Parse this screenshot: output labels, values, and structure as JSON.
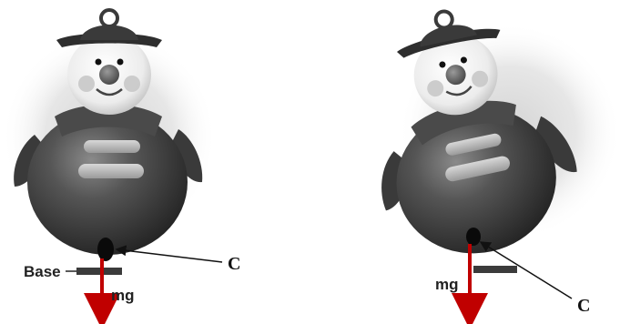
{
  "left_figure": {
    "label_base": "Base",
    "label_weight": "mg",
    "label_center": "C"
  },
  "right_figure": {
    "label_weight": "mg",
    "label_center": "C"
  },
  "colors": {
    "weight_arrow": "#c00000",
    "body": "#3a3a3a",
    "pointer_line": "#111111"
  }
}
